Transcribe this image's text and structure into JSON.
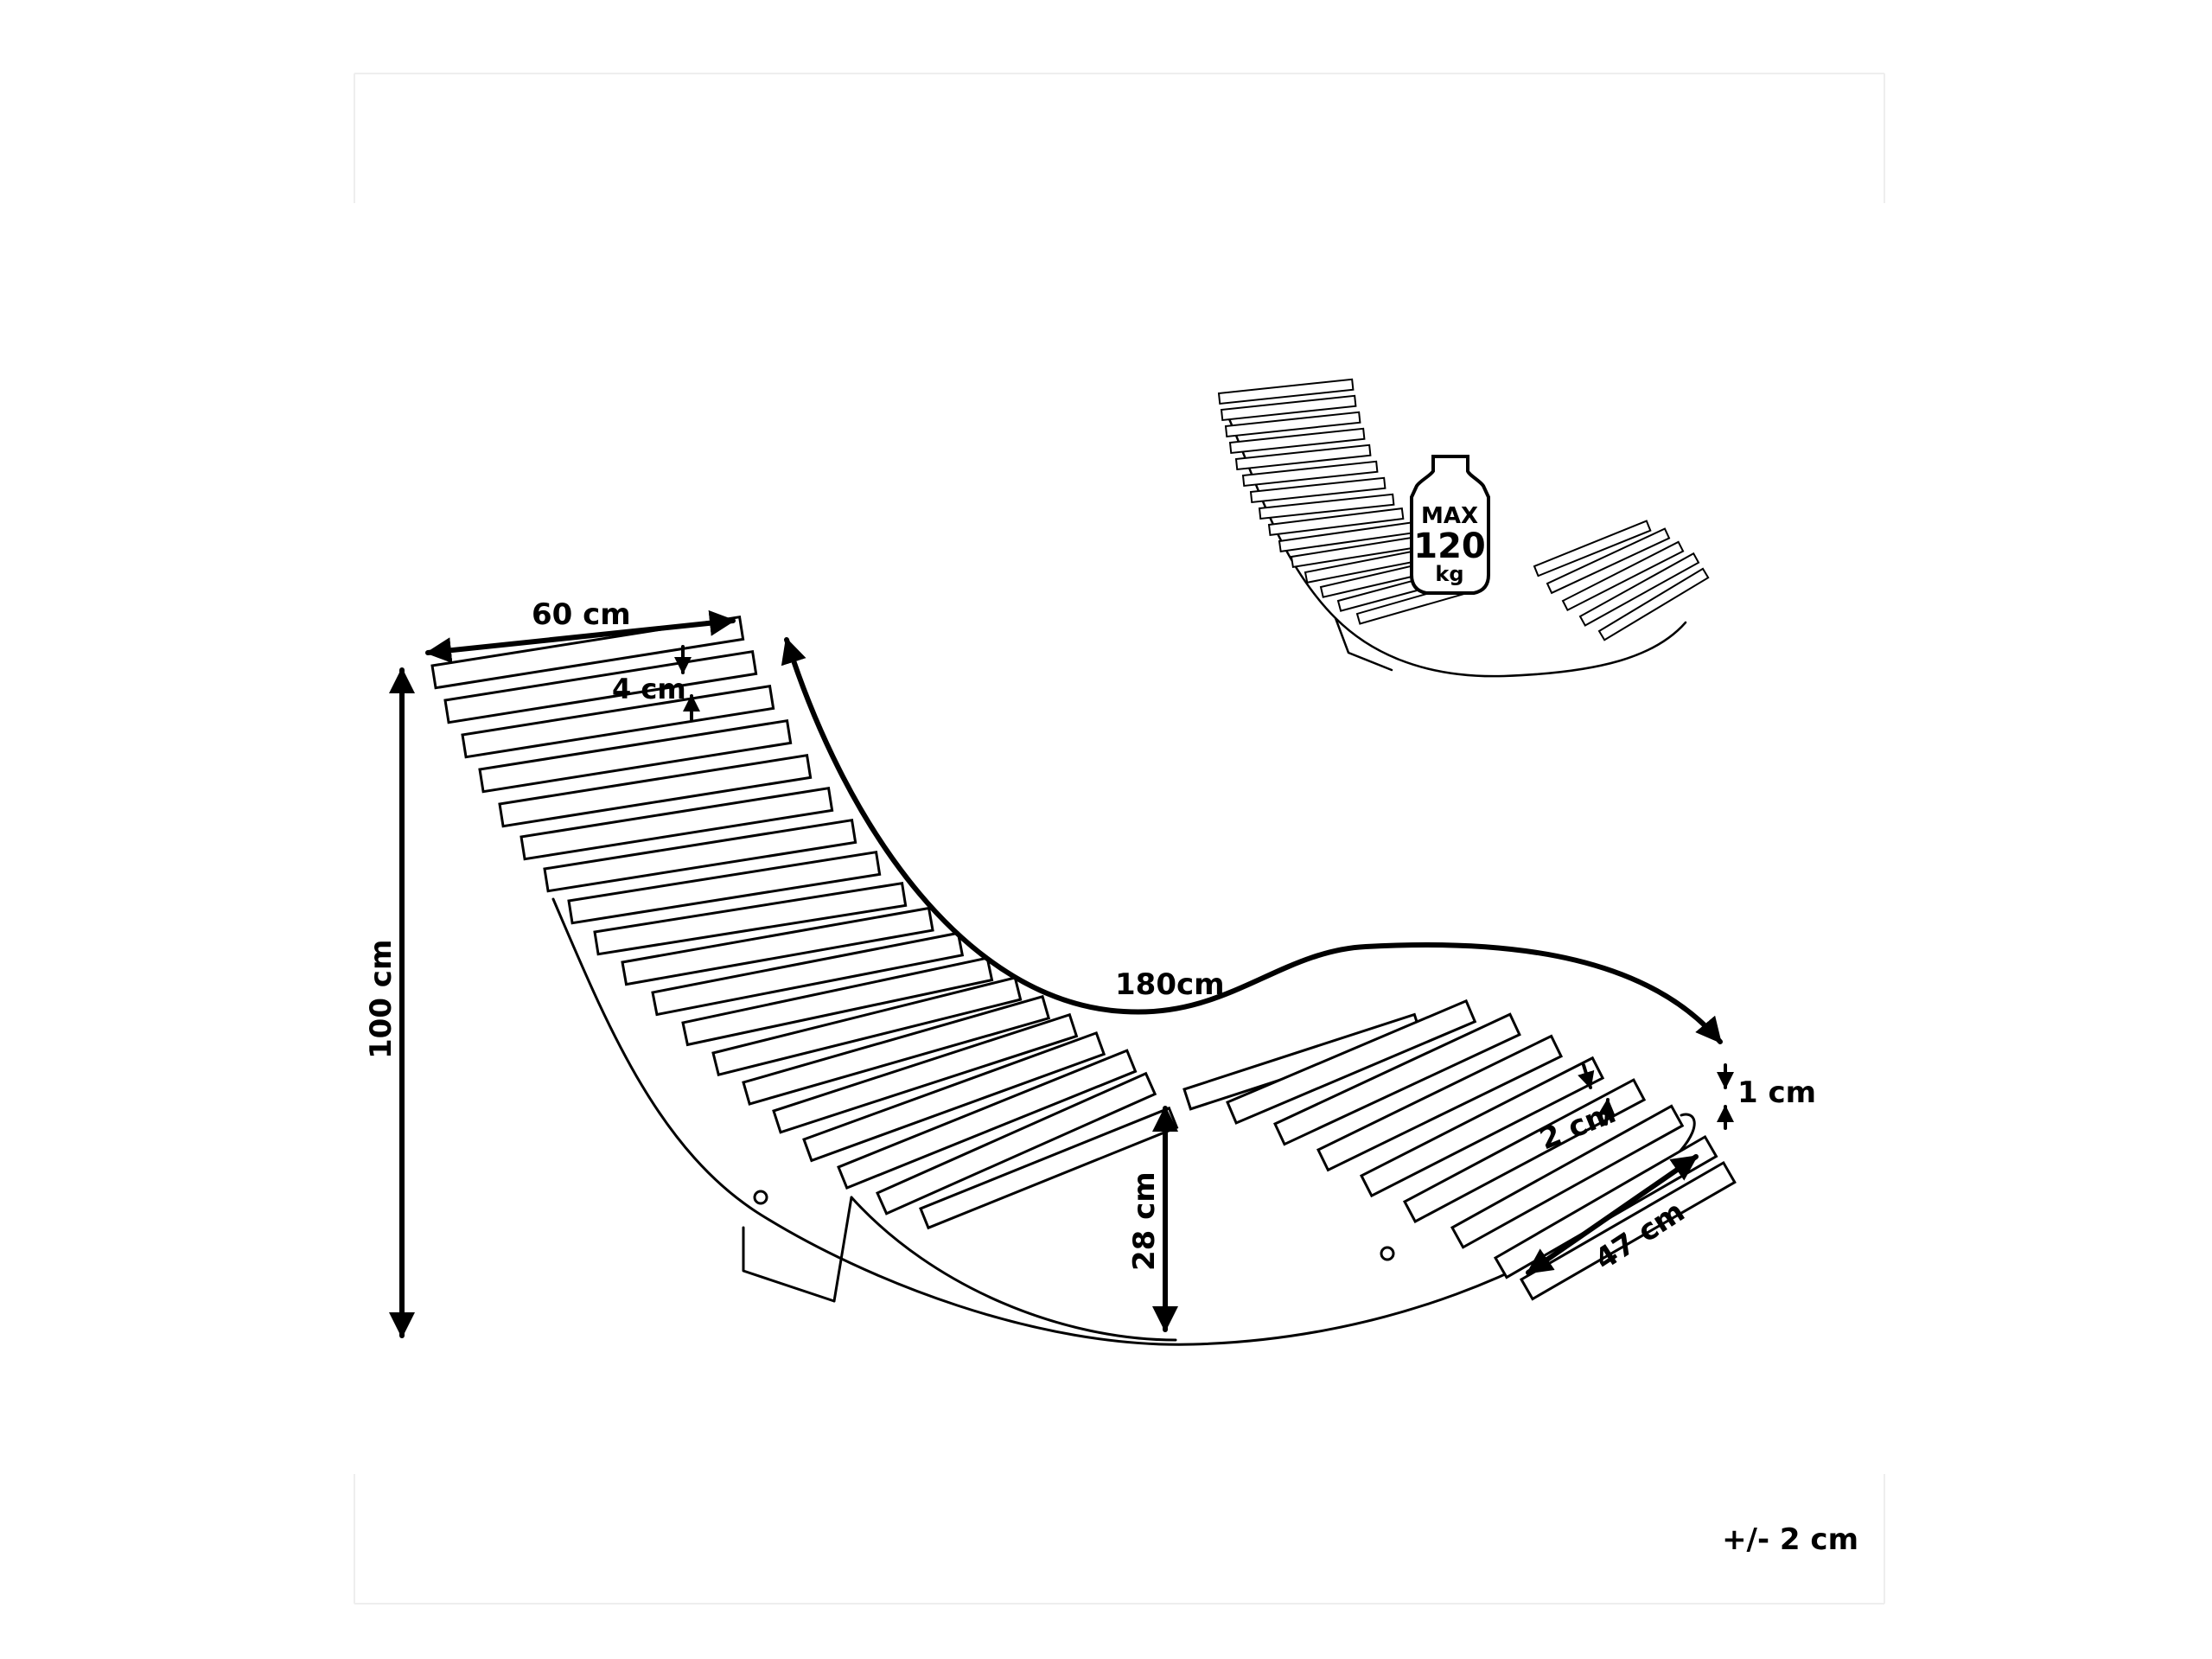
{
  "dimensions": {
    "width_label": "60 cm",
    "height_label": "100 cm",
    "length_label": "180cm",
    "slat_width_label": "4 cm",
    "slat_gap_label": "2 cm",
    "slat_thickness_label": "1 cm",
    "seat_height_label": "28 cm",
    "base_width_label": "47 cm"
  },
  "load_badge": {
    "line1": "MAX",
    "line2": "120",
    "line3": "kg"
  },
  "tolerance": "+/- 2 cm",
  "icons": {
    "load": "weight-icon",
    "product": "lounger-drawing"
  }
}
